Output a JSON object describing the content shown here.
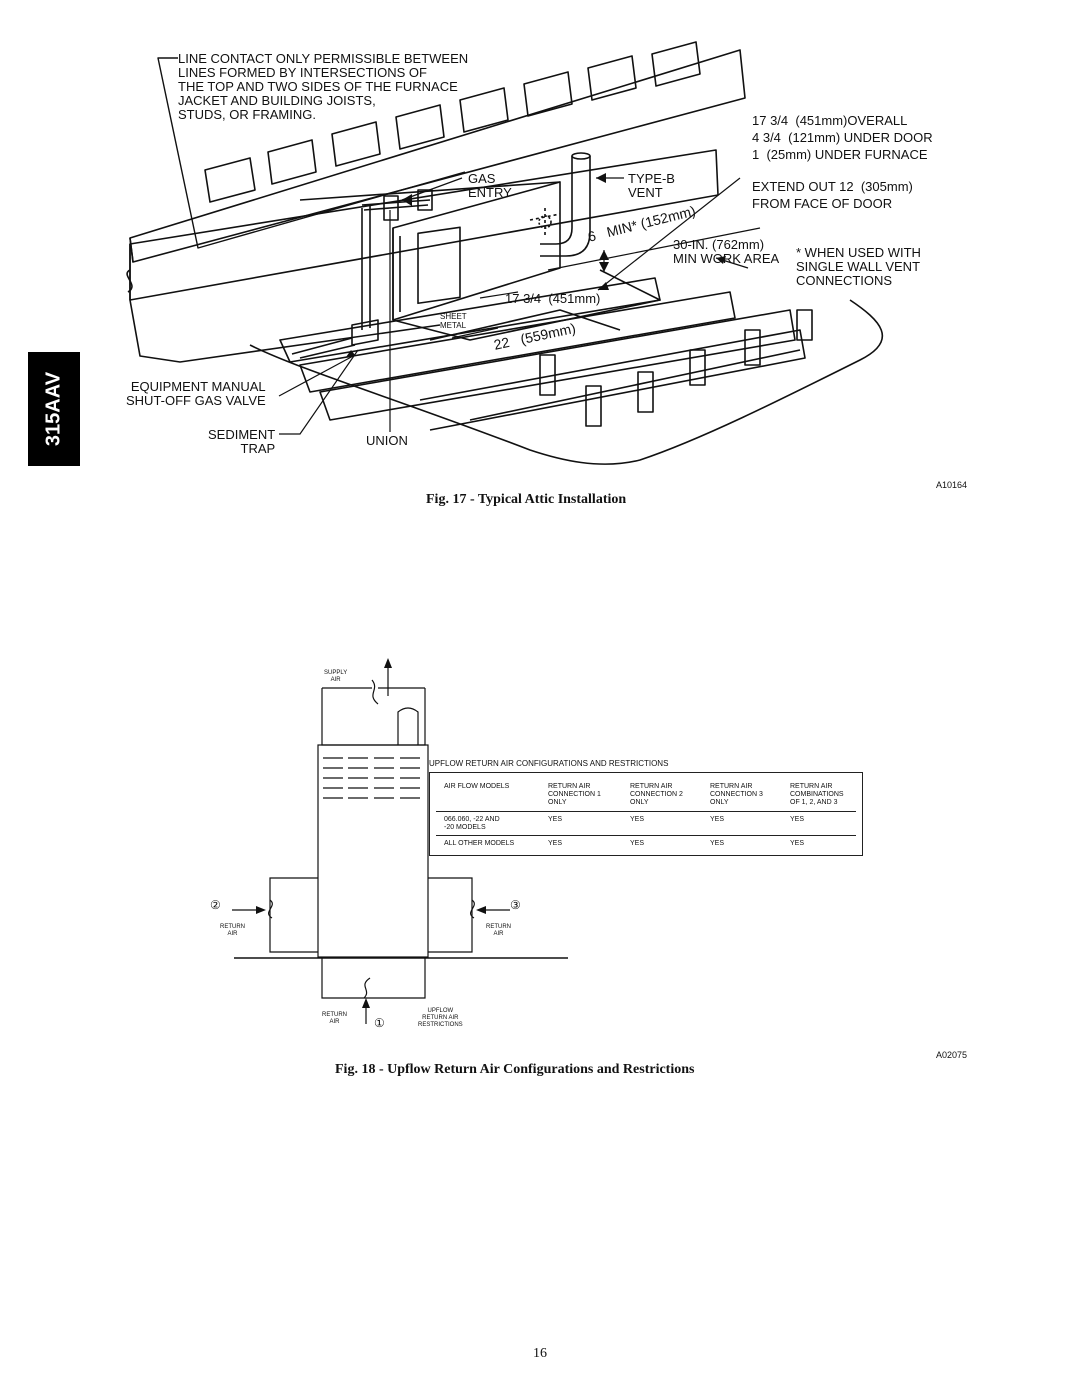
{
  "side_tab": "315AAV",
  "fig17": {
    "labels": {
      "line_contact": "LINE CONTACT ONLY PERMISSIBLE BETWEEN\nLINES FORMED BY INTERSECTIONS OF\nTHE TOP AND TWO SIDES OF THE FURNACE\nJACKET AND BUILDING JOISTS,\nSTUDS, OR FRAMING.",
      "overall": "17 3/4  (451mm)OVERALL\n4 3/4  (121mm) UNDER DOOR\n1  (25mm) UNDER FURNACE",
      "gas_entry": "GAS\nENTRY",
      "type_b_vent": "TYPE-B\nVENT",
      "extend_out": "EXTEND OUT 12  (305mm)\nFROM FACE OF DOOR",
      "min_6": "6   MIN* (152mm)",
      "work_area": "30-IN. (762mm)\nMIN WORK AREA",
      "when_used": "* WHEN USED WITH\nSINGLE WALL VENT\nCONNECTIONS",
      "dim_17": "17 3/4  (451mm)",
      "sheet_metal": "SHEET\nMETAL",
      "dim_22": "22   (559mm)",
      "equipment_manual": "EQUIPMENT MANUAL\nSHUT-OFF GAS VALVE",
      "sediment_trap": "SEDIMENT\nTRAP",
      "union": "UNION",
      "code": "A10164"
    },
    "caption": "Fig. 17 - Typical Attic Installation"
  },
  "fig18": {
    "labels": {
      "supply_air": "SUPPLY\nAIR",
      "num_2": "②",
      "num_3": "③",
      "num_1": "①",
      "return_air_left": "RETURN\nAIR",
      "return_air_right": "RETURN\nAIR",
      "return_air_bottom": "RETURN\nAIR",
      "upflow_restrictions": "UPFLOW\nRETURN AIR\nRESTRICTIONS",
      "code": "A02075"
    },
    "table": {
      "title": "UPFLOW RETURN AIR CONFIGURATIONS AND RESTRICTIONS",
      "headers": [
        "AIR FLOW MODELS",
        "RETURN AIR\nCONNECTION 1\nONLY",
        "RETURN AIR\nCONNECTION 2\nONLY",
        "RETURN AIR\nCONNECTION 3\nONLY",
        "RETURN AIR\nCOMBINATIONS\nOF 1, 2, AND 3"
      ],
      "rows": [
        [
          "066.060, -22 AND\n-20 MODELS",
          "YES",
          "YES",
          "YES",
          "YES"
        ],
        [
          "ALL OTHER MODELS",
          "YES",
          "YES",
          "YES",
          "YES"
        ]
      ]
    },
    "caption": "Fig. 18 - Upflow Return Air Configurations and Restrictions"
  },
  "page_number": "16"
}
